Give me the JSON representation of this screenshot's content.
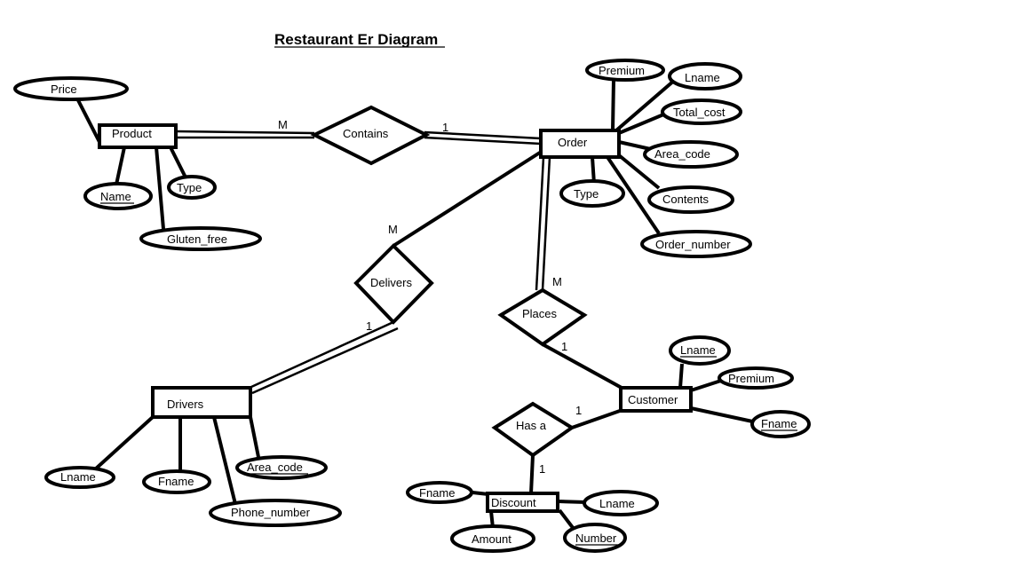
{
  "title": "Restaurant Er Diagram",
  "entities": {
    "product": "Product",
    "order": "Order",
    "drivers": "Drivers",
    "customer": "Customer",
    "discount": "Discount"
  },
  "relationships": {
    "contains": "Contains",
    "delivers": "Delivers",
    "places": "Places",
    "has_a": "Has a"
  },
  "attributes": {
    "product": {
      "price": "Price",
      "name": "Name",
      "type": "Type",
      "gluten_free": "Gluten_free"
    },
    "order": {
      "premium": "Premium",
      "lname": "Lname",
      "total_cost": "Total_cost",
      "area_code": "Area_code",
      "type": "Type",
      "contents": "Contents",
      "order_number": "Order_number"
    },
    "drivers": {
      "lname": "Lname",
      "fname": "Fname",
      "area_code": "Area_code",
      "phone_number": "Phone_number"
    },
    "customer": {
      "lname": "Lname",
      "premium": "Premium",
      "fname": "Fname"
    },
    "discount": {
      "fname": "Fname",
      "lname": "Lname",
      "amount": "Amount",
      "number": "Number"
    }
  },
  "cardinality": {
    "contains_product": "M",
    "contains_order": "1",
    "delivers_order": "M",
    "delivers_drivers": "1",
    "places_order": "M",
    "places_customer": "1",
    "has_a_customer": "1",
    "has_a_discount": "1"
  }
}
